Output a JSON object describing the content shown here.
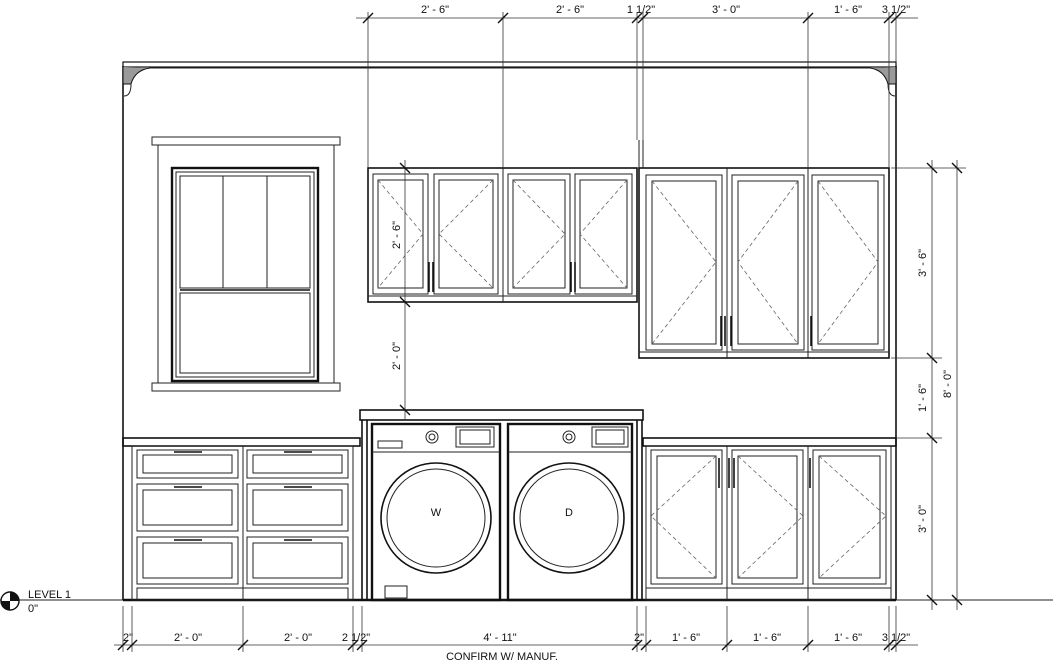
{
  "top_dimensions": [
    "2' - 6\"",
    "2' - 6\"",
    "1 1/2\"",
    "3' - 0\"",
    "1' - 6\"",
    "3 1/2\""
  ],
  "bottom_dimensions": [
    "2\"",
    "2' - 0\"",
    "2' - 0\"",
    "2 1/2\"",
    "4' - 11\"",
    "2\"",
    "1' - 6\"",
    "1' - 6\"",
    "1' - 6\"",
    "3 1/2\""
  ],
  "bottom_note": "CONFIRM W/ MANUF.",
  "right_dimensions": {
    "upper_cabinet": "3' - 6\"",
    "gap": "1' - 6\"",
    "base_cabinet": "3' - 0\"",
    "overall": "8' - 0\""
  },
  "left_dimensions": {
    "upper_cabinet": "2' - 6\"",
    "gap": "2' - 0\""
  },
  "level": {
    "name": "LEVEL 1",
    "elevation": "0\""
  },
  "appliances": {
    "washer": "W",
    "dryer": "D"
  }
}
